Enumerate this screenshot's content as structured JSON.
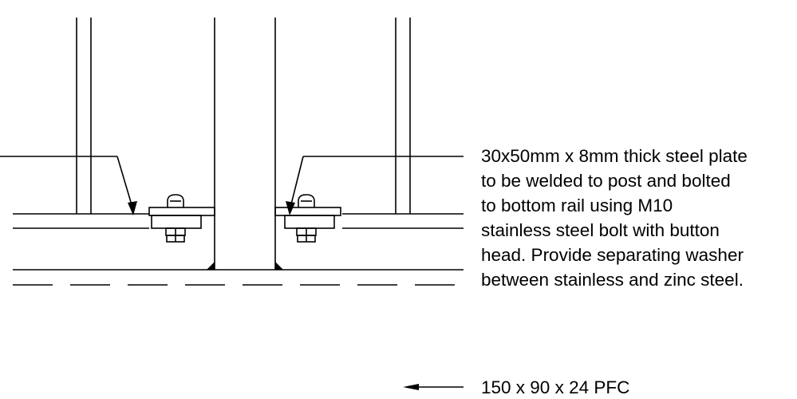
{
  "annotations": {
    "plate_note_lines": [
      "30x50mm x 8mm thick steel plate",
      "to be welded to post and bolted",
      "to bottom rail using M10",
      "stainless steel bolt with button",
      "head. Provide separating washer",
      "between stainless and zinc steel."
    ],
    "channel_label": "150 x 90 x 24 PFC"
  },
  "colors": {
    "line": "#000000",
    "background": "#ffffff"
  }
}
